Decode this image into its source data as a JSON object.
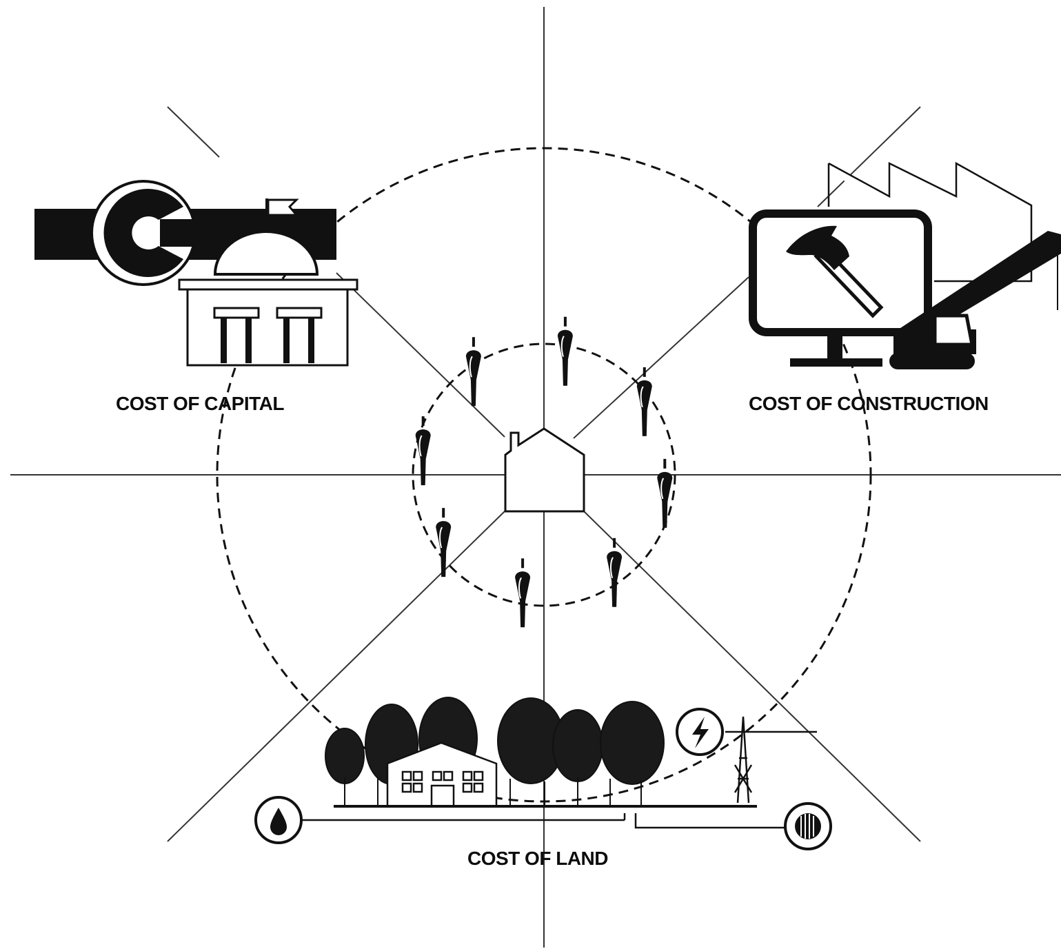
{
  "labels": {
    "capital": "COST OF CAPITAL",
    "construction": "COST OF CONSTRUCTION",
    "land": "COST OF LAND"
  },
  "colors": {
    "ink": "#111111",
    "background": "#ffffff",
    "guide": "#333333"
  },
  "icons": {
    "center": "house-icon",
    "ring": "person-icon",
    "capital": [
      "colorado-c-flag-icon",
      "capitol-building-icon"
    ],
    "construction": [
      "factory-icon",
      "monitor-icon",
      "hammer-icon",
      "crane-icon"
    ],
    "land": [
      "trees-icon",
      "building-icon",
      "power-tower-icon",
      "lightning-icon",
      "water-drop-icon",
      "sewer-grate-icon"
    ]
  },
  "people_count": 8
}
